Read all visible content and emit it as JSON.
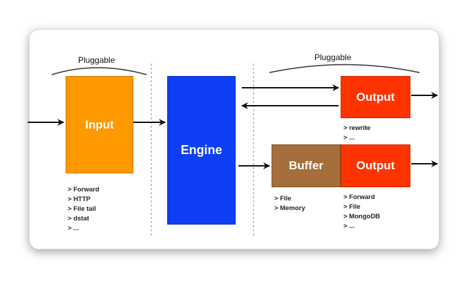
{
  "labels": {
    "pluggable_left": "Pluggable",
    "pluggable_right": "Pluggable"
  },
  "boxes": {
    "input": "Input",
    "engine": "Engine",
    "output_top": "Output",
    "buffer": "Buffer",
    "output_bottom": "Output"
  },
  "lists": {
    "input": [
      "Forward",
      "HTTP",
      "File tail",
      "dstat",
      "..."
    ],
    "output_top": [
      "rewrite",
      "..."
    ],
    "buffer": [
      "File",
      "Memory"
    ],
    "output_bottom": [
      "Forward",
      "File",
      "MongoDB",
      "..."
    ]
  },
  "colors": {
    "input": "#ff9900",
    "engine": "#0f3ff5",
    "output": "#ff3300",
    "buffer": "#a66e3a"
  }
}
